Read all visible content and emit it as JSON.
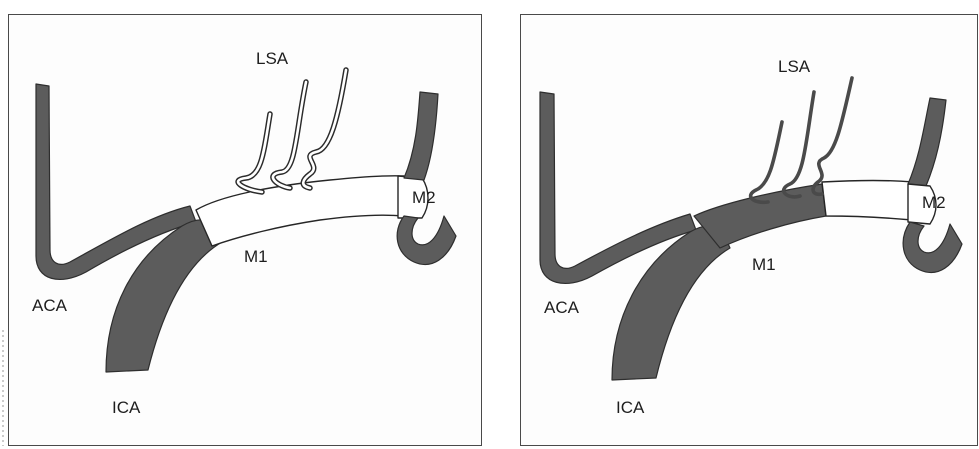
{
  "panels": [
    {
      "id": "left",
      "labels": {
        "lsa": "LSA",
        "m2": "M2",
        "m1": "M1",
        "aca": "ACA",
        "ica": "ICA"
      }
    },
    {
      "id": "right",
      "labels": {
        "lsa": "LSA",
        "m2": "M2",
        "m1": "M1",
        "aca": "ACA",
        "ica": "ICA"
      }
    }
  ],
  "colors": {
    "vessel_fill": "#5c5c5c",
    "unfilled_segment": "#ffffff",
    "frame": "#4a4a4a"
  }
}
